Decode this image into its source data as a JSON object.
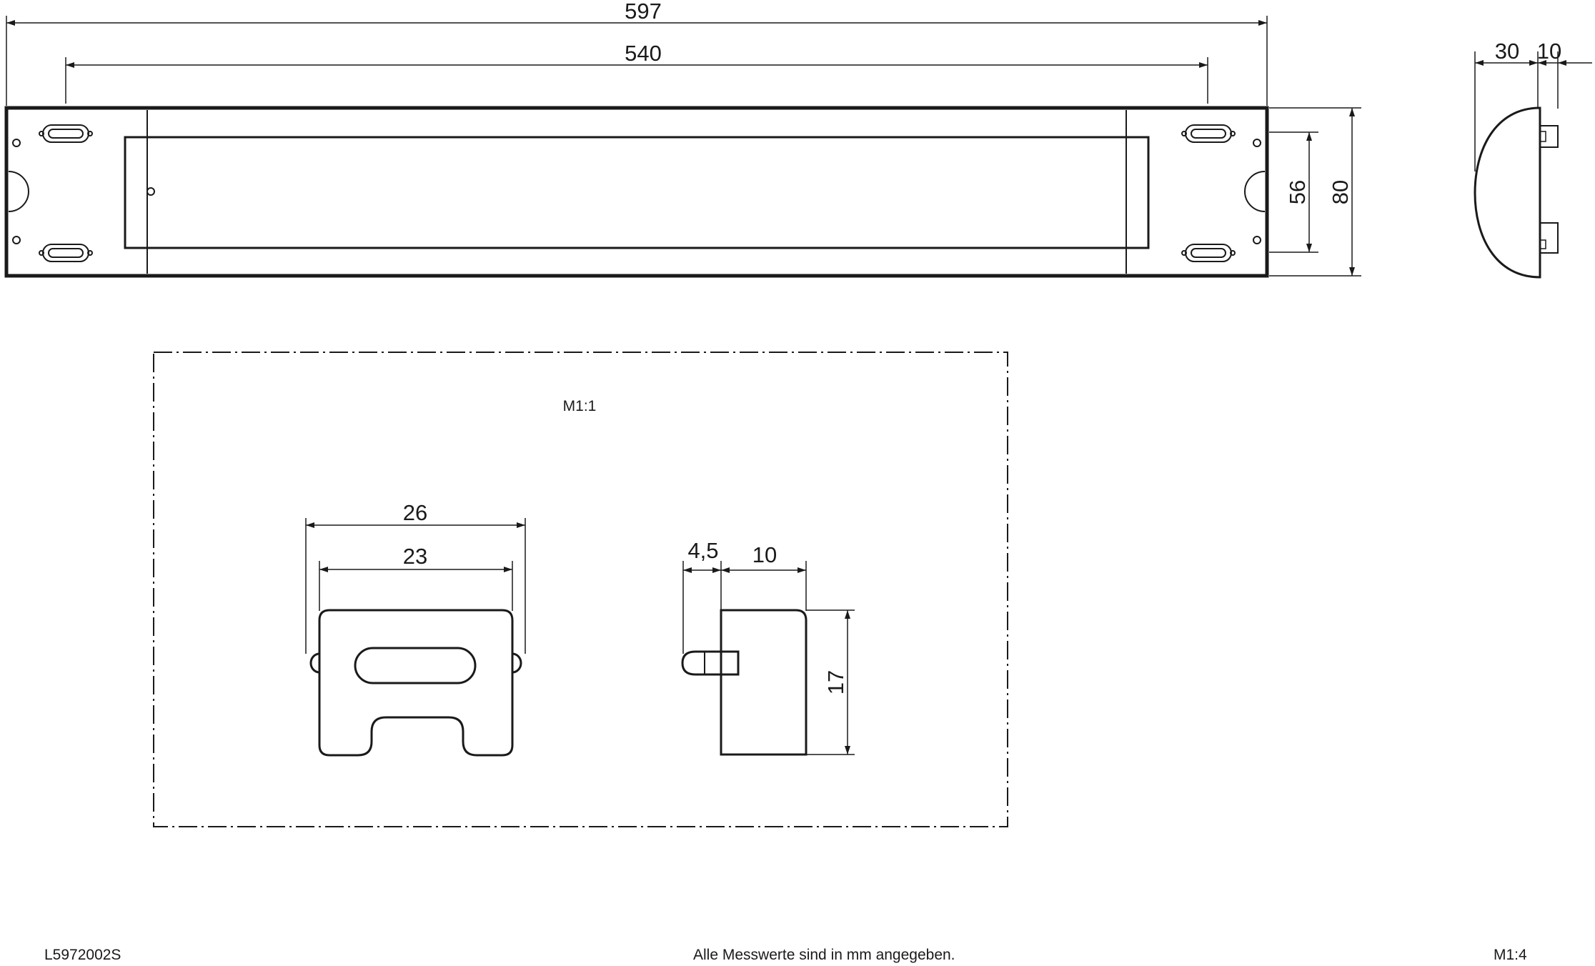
{
  "dimensions": {
    "total_length": "597",
    "mount_spacing": "540",
    "inner_height": "56",
    "total_height": "80",
    "side_depth": "30",
    "side_socket": "10",
    "clip_outer_width": "26",
    "clip_inner_width": "23",
    "clip_side_pin": "4,5",
    "clip_side_width": "10",
    "clip_side_height": "17"
  },
  "detail": {
    "scale_label": "M1:1"
  },
  "footer": {
    "article_number": "L5972002S",
    "note": "Alle Messwerte sind in mm angegeben.",
    "scale": "M1:4"
  },
  "colors": {
    "line": "#1a1a1a",
    "background": "#ffffff"
  }
}
